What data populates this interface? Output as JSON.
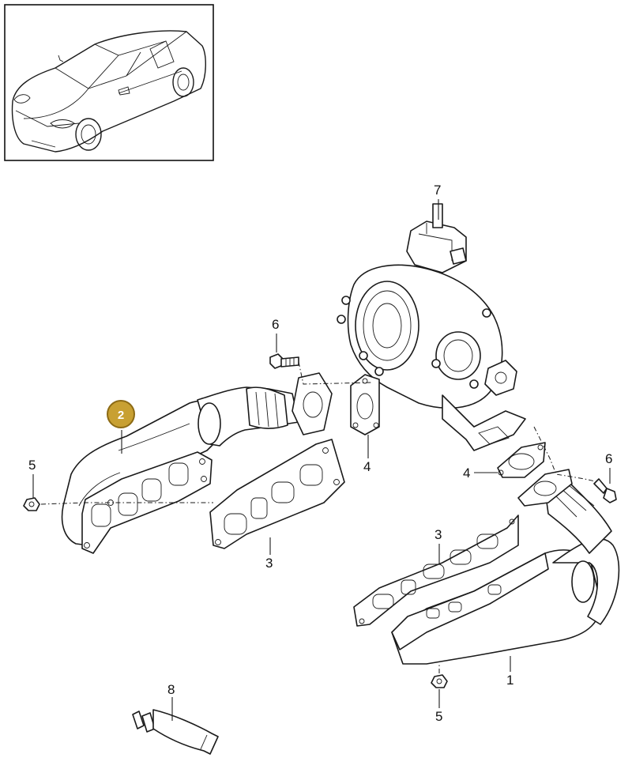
{
  "callouts": {
    "c1": "1",
    "c2": "2",
    "c3a": "3",
    "c3b": "3",
    "c4a": "4",
    "c4b": "4",
    "c5a": "5",
    "c5b": "5",
    "c6a": "6",
    "c6b": "6",
    "c7": "7",
    "c8": "8"
  },
  "highlight": {
    "part": "2",
    "fill_color": "#C8A032",
    "stroke_color": "#8C6A14"
  }
}
